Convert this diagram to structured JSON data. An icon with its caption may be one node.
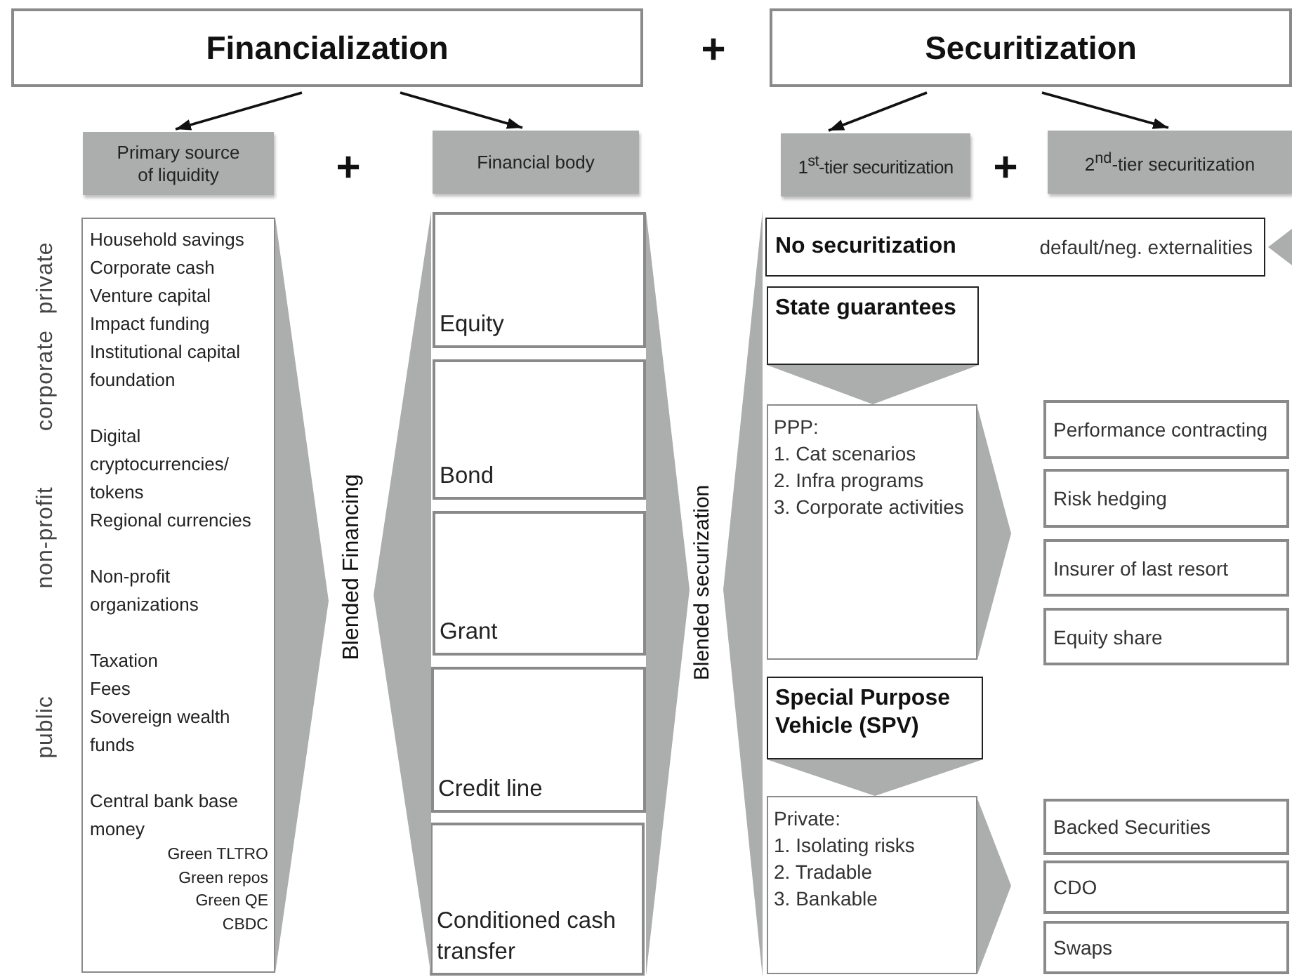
{
  "diagram": {
    "nodes": [
      {
        "text": [
          "Financialization"
        ]
      },
      {
        "text": [
          "Securitization"
        ]
      },
      {
        "text": [
          "Primary source of liquidity"
        ]
      },
      {
        "text": [
          "Financial body"
        ]
      },
      {
        "text": [
          "1$^{st}$-tier securitization"
        ]
      },
      {
        "text": [
          "2$^{nd}$-tier securitization"
        ]
      },
      {
        "text": [
          "Household savings",
          "Corporate cash",
          "Venture capital",
          "Impact funding",
          "Institutional capital foundation",
          "Digital cryptocurrencies/ tokens",
          "Regional currencies",
          "Non-profit organizations",
          "Taxation",
          "Fees",
          "Sovereign wealth funds",
          "Central bank base money",
          "Green TLTRO",
          "Green repos",
          "Green QE",
          "CBDC"
        ]
      },
      {
        "text": [
          "Equity"
        ]
      },
      {
        "text": [
          "Bond"
        ]
      },
      {
        "text": [
          "Grant"
        ]
      },
      {
        "text": [
          "Credit line"
        ]
      },
      {
        "text": [
          "Conditioned cash transfer"
        ]
      },
      {
        "text": [
          "No securitization",
          "default/neg. externalities"
        ]
      },
      {
        "text": [
          "State guarantees"
        ]
      },
      {
        "text": [
          "PPP:",
          "1. Cat scenarios",
          "2. Infra programs",
          "3. Corporate activities"
        ]
      },
      {
        "text": [
          "Performance contracting"
        ]
      },
      {
        "text": [
          "Risk hedging"
        ]
      },
      {
        "text": [
          "Insurer of last resort"
        ]
      },
      {
        "text": [
          "Equity share"
        ]
      },
      {
        "text": [
          "Special Purpose Vehicle (SPV)"
        ]
      },
      {
        "text": [
          "Private:",
          "1. Isolating risks",
          "2. Tradable",
          "3. Bankable"
        ]
      },
      {
        "text": [
          "Backed Securities"
        ]
      },
      {
        "text": [
          "CDO"
        ]
      },
      {
        "text": [
          "Swaps"
        ]
      },
      {
        "text": [
          "Blended Financing"
        ]
      },
      {
        "text": [
          "Blended securization"
        ]
      }
    ],
    "edges": [
      {
        "from": 0,
        "to": 2,
        "arrow": "to"
      },
      {
        "from": 0,
        "to": 3,
        "arrow": "to"
      },
      {
        "from": 1,
        "to": 4,
        "arrow": "to"
      },
      {
        "from": 1,
        "to": 5,
        "arrow": "to"
      },
      {
        "from": 13,
        "to": 14,
        "arrow": "to",
        "style": "thick",
        "color": "#abaeac"
      },
      {
        "from": 19,
        "to": 20,
        "arrow": "to",
        "style": "thick",
        "color": "#abaeac"
      },
      {
        "from": 14,
        "to": null,
        "arrow": "to",
        "style": "thick",
        "color": "#abaeac"
      },
      {
        "from": 20,
        "to": null,
        "arrow": "to",
        "style": "thick",
        "color": "#abaeac"
      },
      {
        "from": null,
        "to": 12,
        "arrow": "to",
        "style": "thick",
        "color": "#abaeac"
      }
    ],
    "labels": [
      "+",
      "+",
      "+",
      "private",
      "corporate",
      "non-profit",
      "public"
    ]
  }
}
